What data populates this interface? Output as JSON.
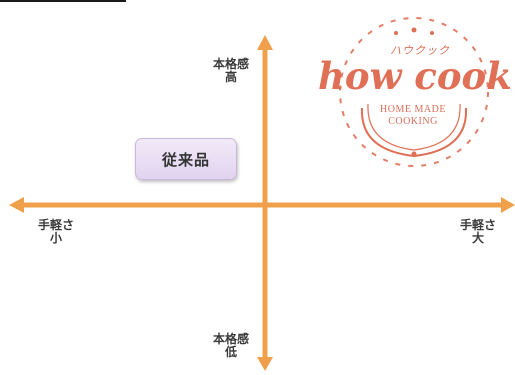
{
  "axis_color": "#f0a04b",
  "labels": {
    "top": [
      "本格感",
      "高"
    ],
    "bottom": [
      "本格感",
      "低"
    ],
    "left": [
      "手軽さ",
      "小"
    ],
    "right": [
      "手軽さ",
      "大"
    ]
  },
  "item_box": {
    "label": "従来品",
    "color": "#e5d8f0"
  },
  "logo": {
    "katakana": "ハウクック",
    "wordmark": "how cook",
    "line1": "HOME MADE",
    "line2": "COOKING",
    "color": "#df6f55"
  }
}
